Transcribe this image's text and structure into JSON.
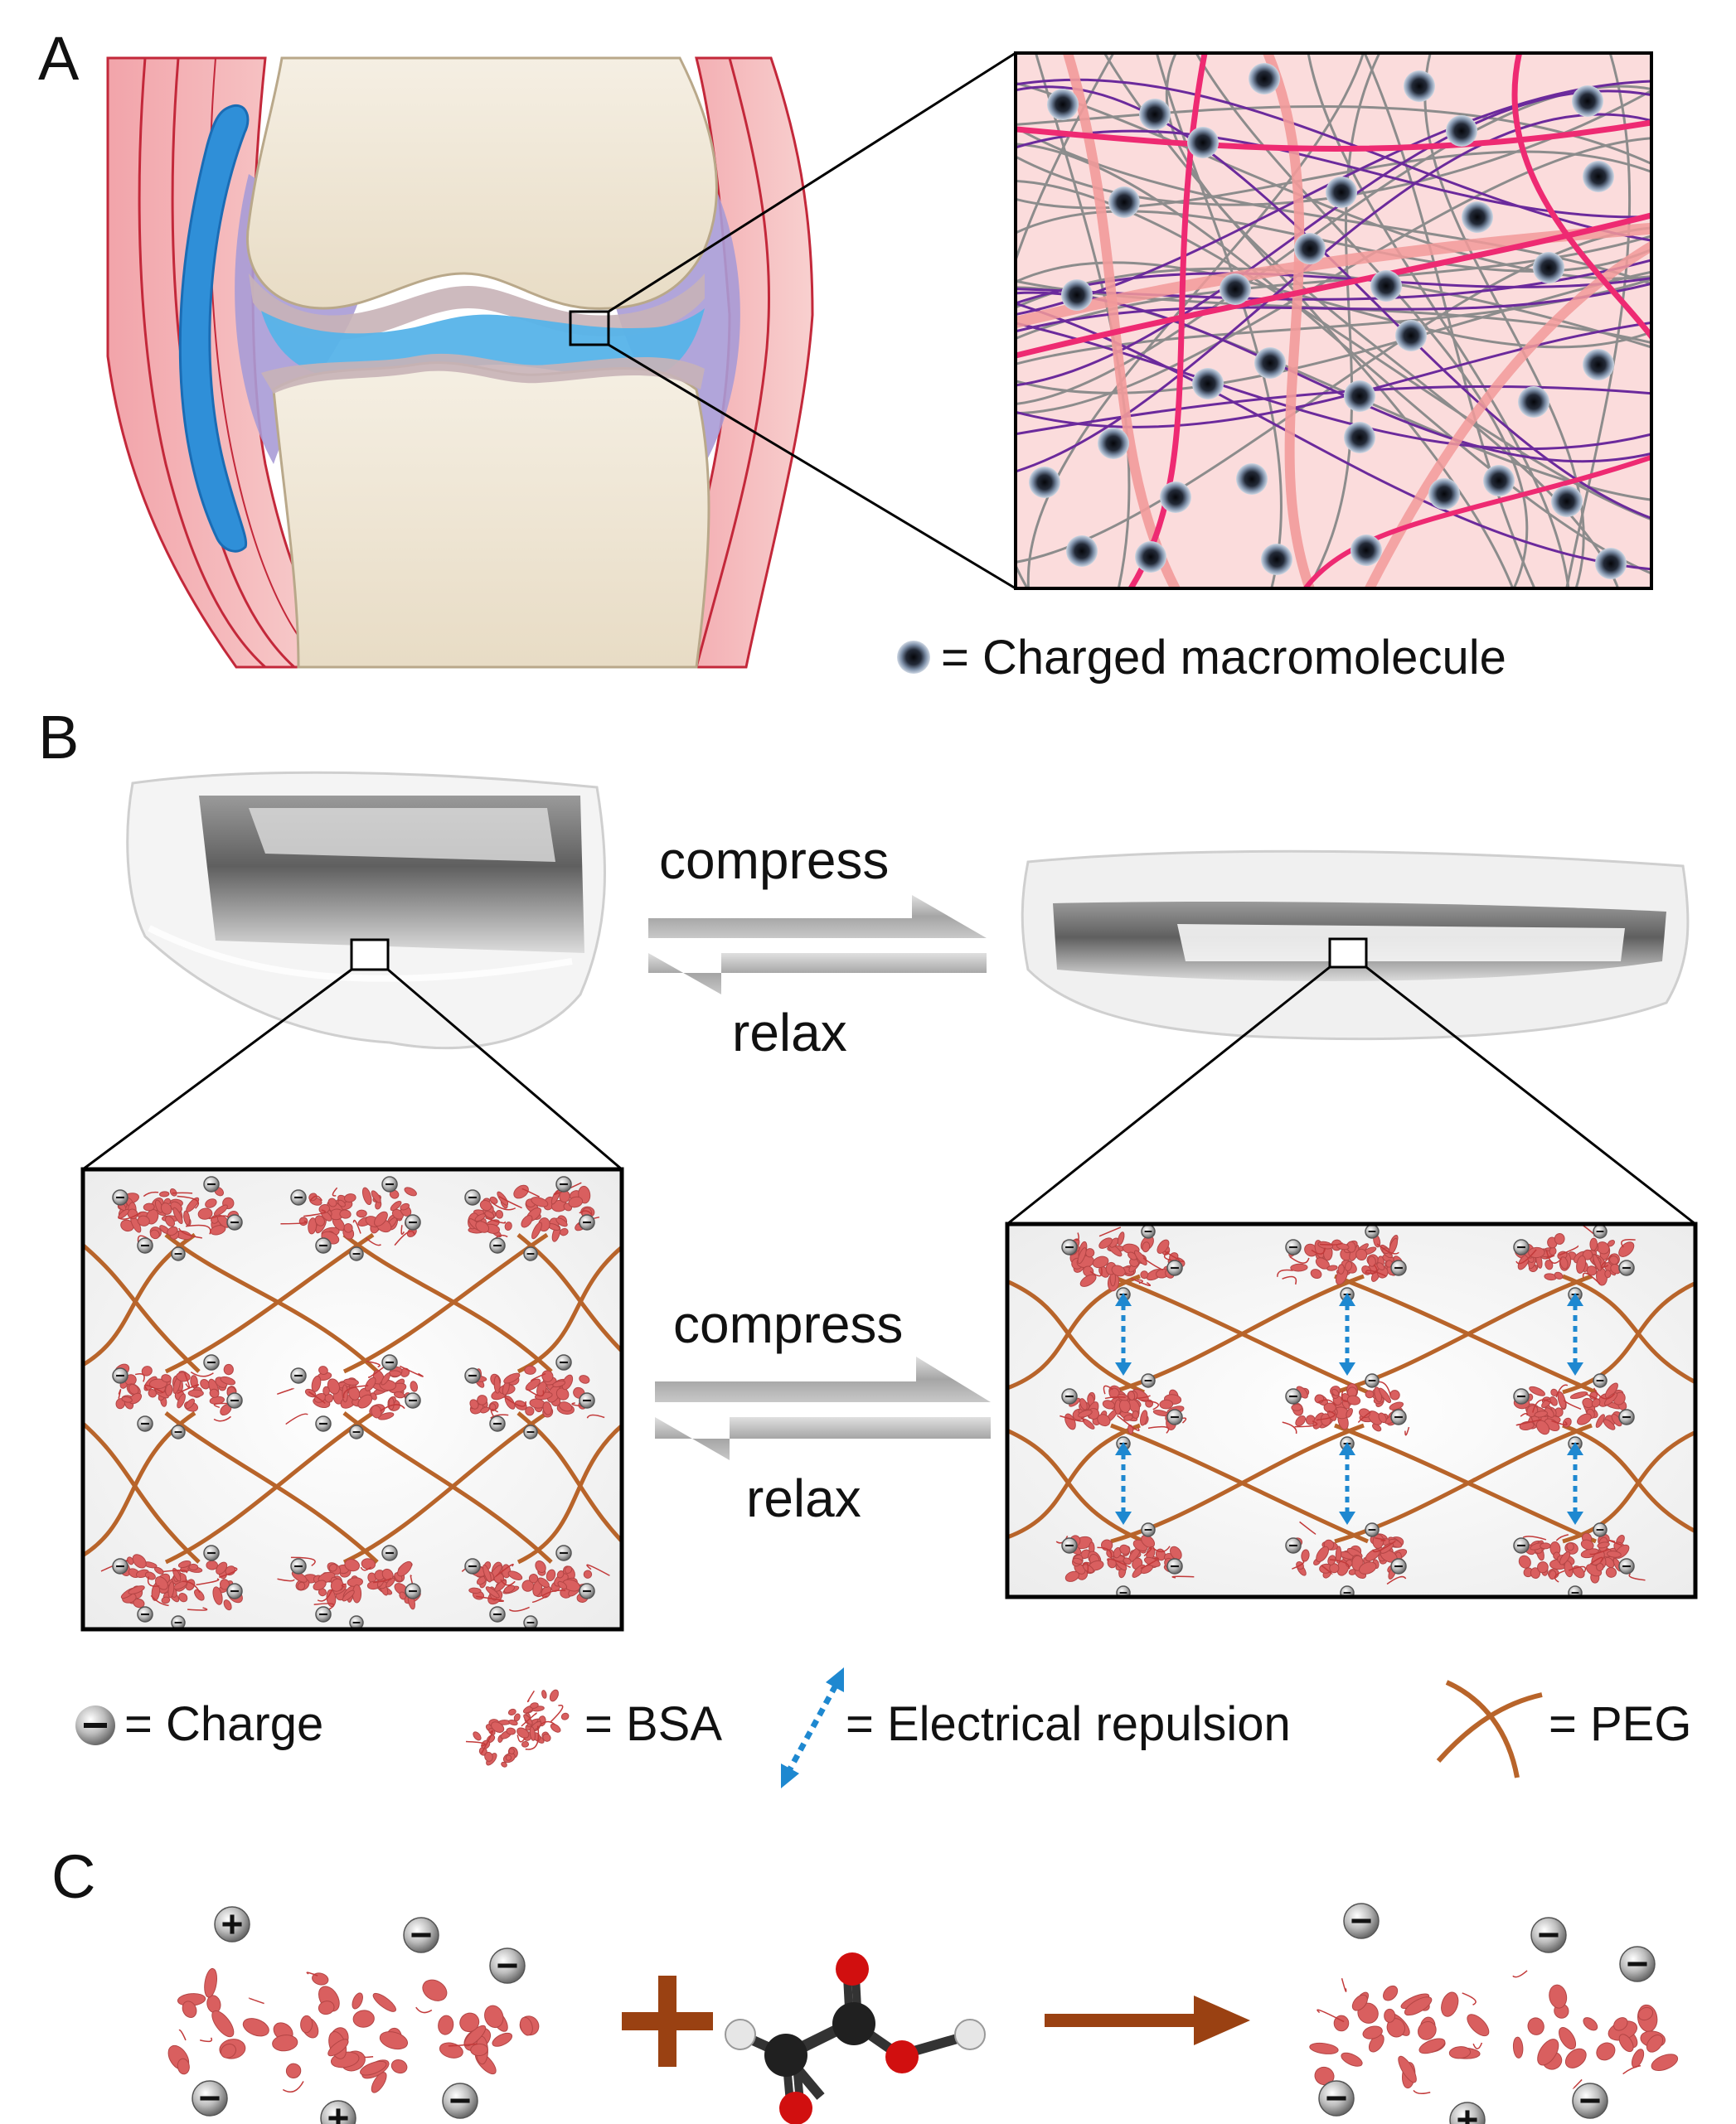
{
  "panel_labels": {
    "a": "A",
    "b": "B",
    "c": "C"
  },
  "panel_a": {
    "legend_text": "= Charged  macromolecule"
  },
  "panel_b": {
    "top_forward": "compress",
    "top_reverse": "relax",
    "bottom_forward": "compress",
    "bottom_reverse": "relax",
    "legend": {
      "charge": "= Charge",
      "bsa": "= BSA",
      "repulsion": "= Electrical repulsion",
      "peg": "= PEG"
    }
  },
  "panel_c": {
    "plus_sign": "+",
    "minus_sign": "−"
  },
  "colors": {
    "protein": "#d95f5f",
    "peg": "#b8642a",
    "repulsion": "#1e88d0",
    "reaction_arrow": "#9a4112",
    "fiber_pink": "#ee2a72",
    "fiber_purple": "#6b2a9c",
    "fluid_blue": "#2f8fd8"
  }
}
